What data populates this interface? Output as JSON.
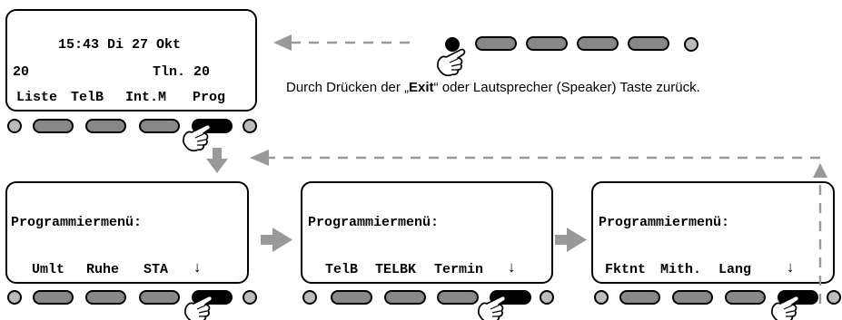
{
  "main_display": {
    "line1": "15:43 Di 27 Okt",
    "line2_left": "20",
    "line2_right": "Tln. 20",
    "softkeys": [
      "Liste",
      "TelB",
      "Int.M",
      "Prog"
    ]
  },
  "exit_note": {
    "before": "Durch Drücken der „",
    "key": "Exit",
    "after": "“   oder Lautsprecher (Speaker) Taste zurück."
  },
  "menu_screens": [
    {
      "title": "Programmiermenü:",
      "softkeys": [
        "Umlt",
        "Ruhe",
        "STA"
      ],
      "more_icon": "↓"
    },
    {
      "title": "Programmiermenü:",
      "softkeys": [
        "TelB",
        "TELBK",
        "Termin"
      ],
      "more_icon": "↓"
    },
    {
      "title": "Programmiermenü:",
      "softkeys": [
        "Fktnt",
        "Mith.",
        "Lang"
      ],
      "more_icon": "↓"
    }
  ],
  "colors": {
    "arrow": "#999999",
    "key_fill": "#888888",
    "key_pressed": "#000000",
    "outline": "#000000"
  },
  "icons": {
    "pressed_key": "hand-pointer-icon",
    "flow_arrow": "arrow-right-icon",
    "dashed_back": "dashed-arrow-left-icon"
  }
}
